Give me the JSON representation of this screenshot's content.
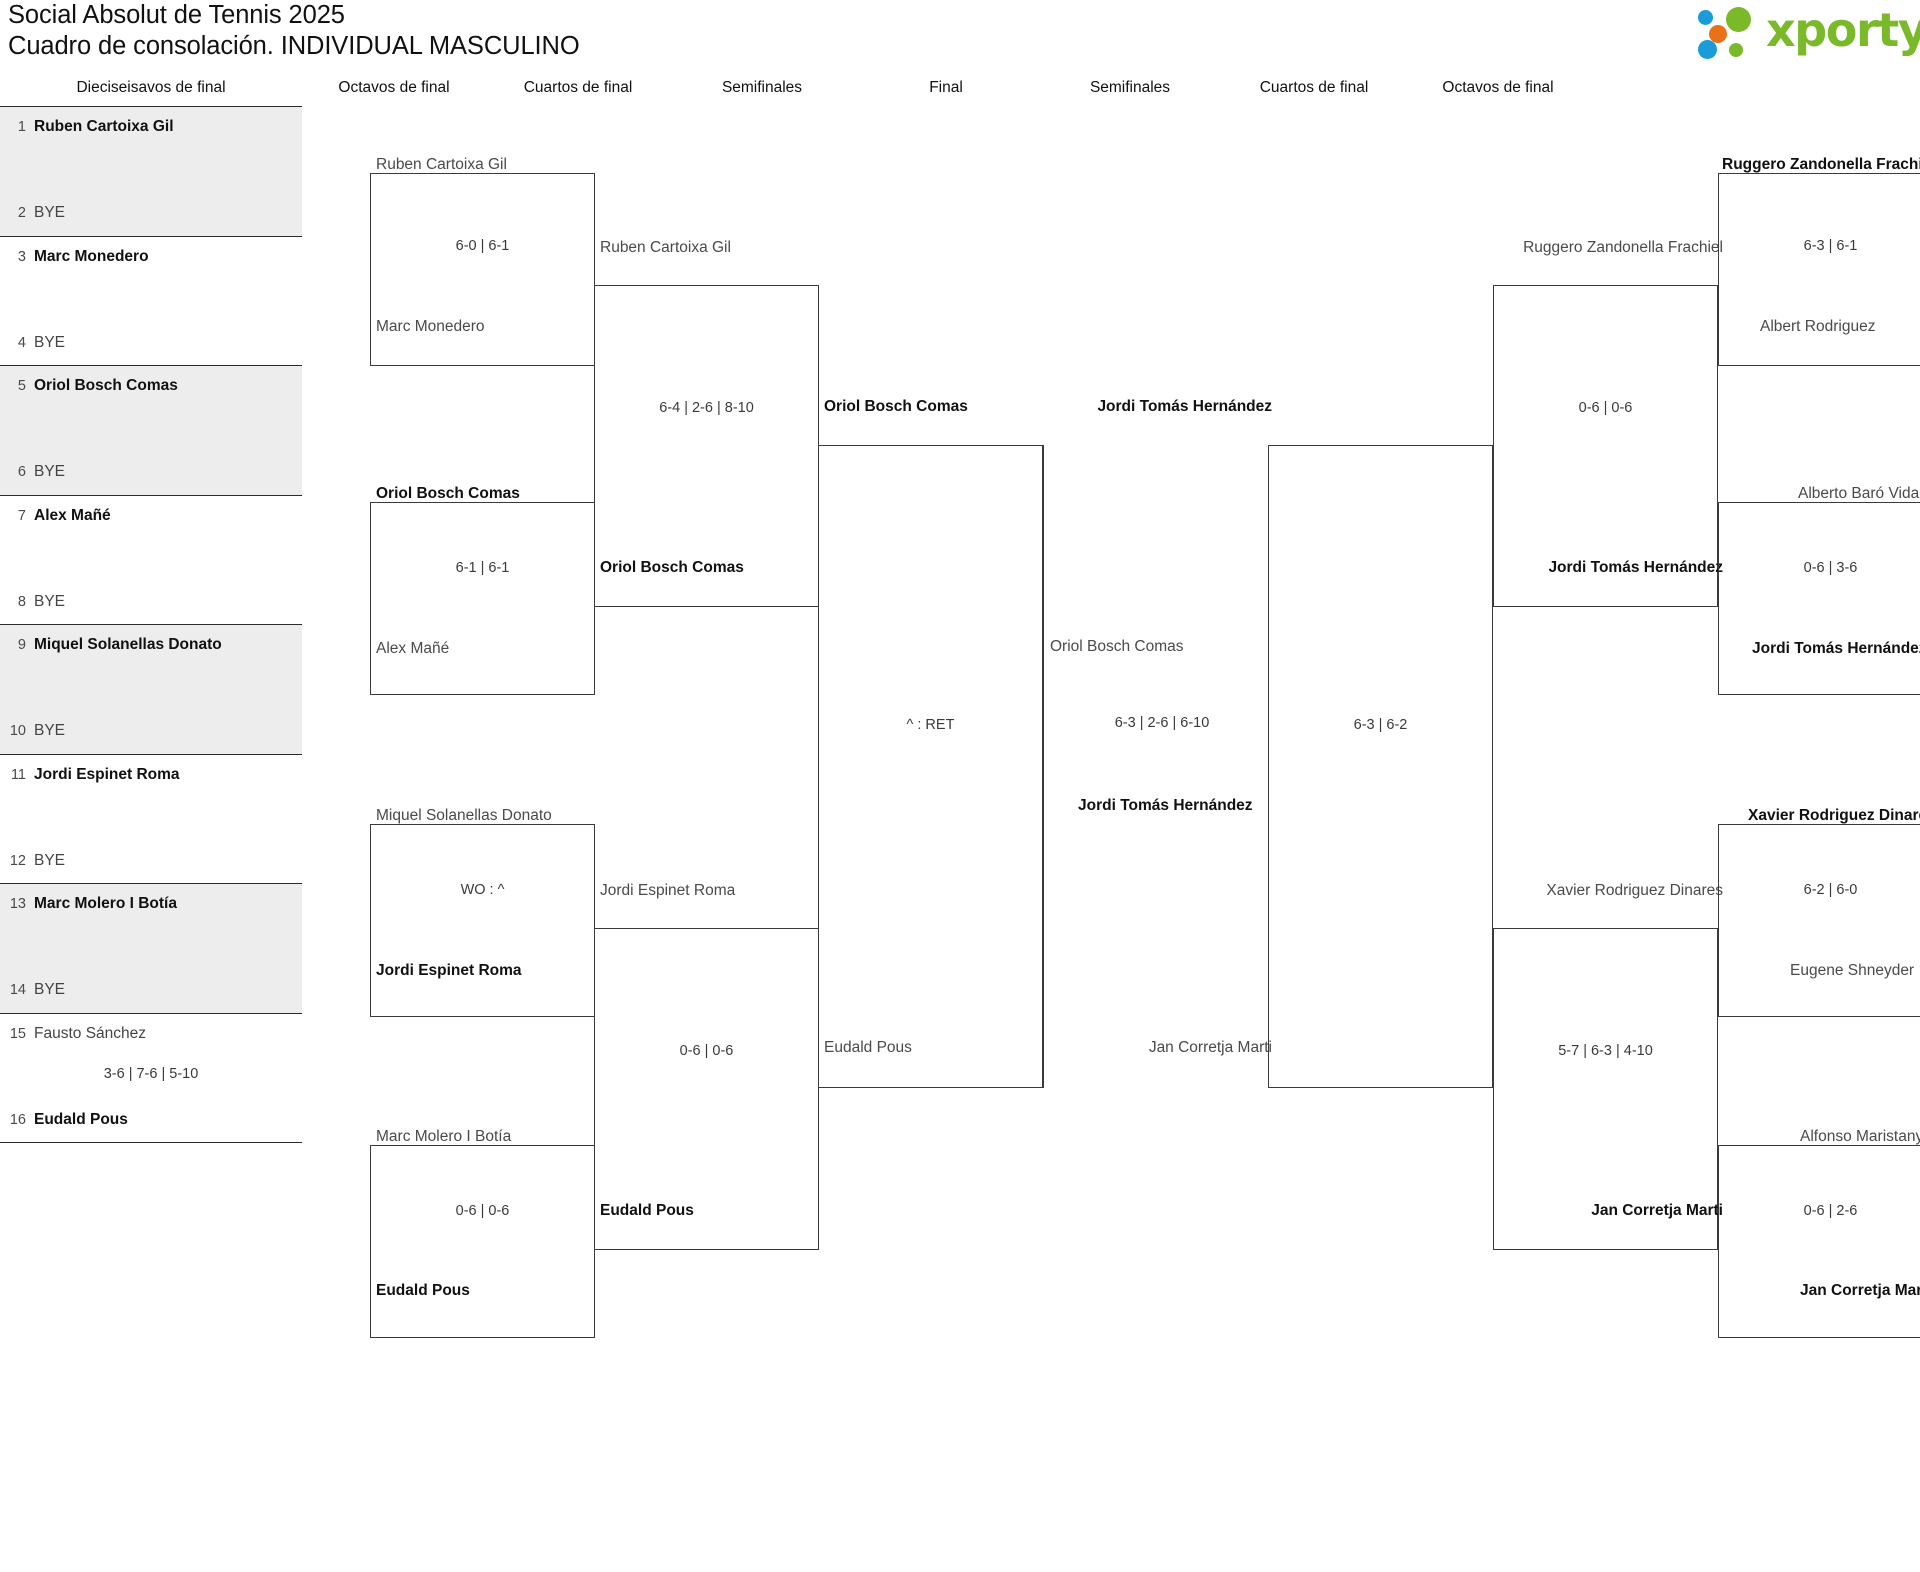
{
  "header": {
    "title_line1": "Social Absolut de Tennis 2025",
    "title_line2": "Cuadro de consolación. INDIVIDUAL MASCULINO"
  },
  "brand": {
    "name": "xporty",
    "colors": {
      "green": "#7ab929",
      "blue": "#1b9bd8",
      "orange": "#e8711a"
    }
  },
  "round_headers": [
    {
      "label": "Dieciseisavos de final"
    },
    {
      "label": "Octavos de final"
    },
    {
      "label": "Cuartos de final"
    },
    {
      "label": "Semifinales"
    },
    {
      "label": "Final"
    },
    {
      "label": "Semifinales"
    },
    {
      "label": "Cuartos de final"
    },
    {
      "label": "Octavos de final"
    }
  ],
  "seeds": [
    {
      "num": "1",
      "name": "Ruben Cartoixa Gil",
      "winner": true
    },
    {
      "num": "2",
      "name": "BYE",
      "winner": false
    },
    {
      "num": "3",
      "name": "Marc Monedero",
      "winner": true
    },
    {
      "num": "4",
      "name": "BYE",
      "winner": false
    },
    {
      "num": "5",
      "name": "Oriol Bosch Comas",
      "winner": true
    },
    {
      "num": "6",
      "name": "BYE",
      "winner": false
    },
    {
      "num": "7",
      "name": "Alex Mañé",
      "winner": true
    },
    {
      "num": "8",
      "name": "BYE",
      "winner": false
    },
    {
      "num": "9",
      "name": "Miquel Solanellas Donato",
      "winner": true
    },
    {
      "num": "10",
      "name": "BYE",
      "winner": false
    },
    {
      "num": "11",
      "name": "Jordi Espinet Roma",
      "winner": true
    },
    {
      "num": "12",
      "name": "BYE",
      "winner": false
    },
    {
      "num": "13",
      "name": "Marc Molero I Botía",
      "winner": true
    },
    {
      "num": "14",
      "name": "BYE",
      "winner": false
    },
    {
      "num": "15",
      "name": "Fausto Sánchez",
      "winner": false
    },
    {
      "num": "16",
      "name": "Eudald Pous",
      "winner": true
    }
  ],
  "seed_scores": [
    {
      "value": ""
    },
    {
      "value": ""
    },
    {
      "value": ""
    },
    {
      "value": ""
    },
    {
      "value": ""
    },
    {
      "value": ""
    },
    {
      "value": ""
    },
    {
      "value": "3-6 | 7-6 | 5-10"
    }
  ],
  "left": {
    "octavos": [
      {
        "top": "Ruben Cartoixa Gil",
        "top_win": true,
        "score": "6-0 | 6-1",
        "bottom": "Marc Monedero",
        "bottom_win": false
      },
      {
        "top": "Oriol Bosch Comas",
        "top_win": true,
        "score": "6-1 | 6-1",
        "bottom": "Alex Mañé",
        "bottom_win": false
      },
      {
        "top": "Miquel Solanellas Donato",
        "top_win": false,
        "score": "WO : ^",
        "bottom": "Jordi Espinet Roma",
        "bottom_win": true
      },
      {
        "top": "Marc Molero I Botía",
        "top_win": false,
        "score": "0-6 | 0-6",
        "bottom": "Eudald Pous",
        "bottom_win": true
      }
    ],
    "cuartos": [
      {
        "top": "Ruben Cartoixa Gil",
        "top_win": false,
        "score": "6-4 | 2-6 | 8-10",
        "bottom": "Oriol Bosch Comas",
        "bottom_win": true
      },
      {
        "top": "Jordi Espinet Roma",
        "top_win": false,
        "score": "0-6 | 0-6",
        "bottom": "Eudald Pous",
        "bottom_win": true
      }
    ],
    "semifinal": {
      "top": "Oriol Bosch Comas",
      "top_win": true,
      "score": "^ : RET",
      "bottom": "Eudald Pous",
      "bottom_win": false
    }
  },
  "final": {
    "top": "Oriol Bosch Comas",
    "top_win": false,
    "score": "6-3 | 2-6 | 6-10",
    "bottom": "Jordi Tomás Hernández",
    "bottom_win": true
  },
  "right": {
    "semifinal": {
      "top": "Jordi Tomás Hernández",
      "top_win": true,
      "score": "6-3 | 6-2",
      "bottom": "Jan Corretja Marti",
      "bottom_win": false
    },
    "cuartos": [
      {
        "top": "Ruggero Zandonella Frachiel",
        "top_win": false,
        "score": "0-6 | 0-6",
        "bottom": "Jordi Tomás Hernández",
        "bottom_win": true
      },
      {
        "top": "Xavier Rodriguez Dinares",
        "top_win": false,
        "score": "5-7 | 6-3 | 4-10",
        "bottom": "Jan Corretja Marti",
        "bottom_win": true
      }
    ],
    "octavos": [
      {
        "top": "Ruggero Zandonella Frachiel",
        "top_win": true,
        "score": "6-3 | 6-1",
        "bottom": "Albert Rodriguez",
        "bottom_win": false
      },
      {
        "top": "Alberto Baró Vidal",
        "top_win": false,
        "score": "0-6 | 3-6",
        "bottom": "Jordi Tomás Hernández",
        "bottom_win": true
      },
      {
        "top": "Xavier Rodriguez Dinares",
        "top_win": true,
        "score": "6-2 | 6-0",
        "bottom": "Eugene Shneyder",
        "bottom_win": false
      },
      {
        "top": "Alfonso Maristany",
        "top_win": false,
        "score": "0-6 | 2-6",
        "bottom": "Jan Corretja Marti",
        "bottom_win": true
      }
    ]
  }
}
